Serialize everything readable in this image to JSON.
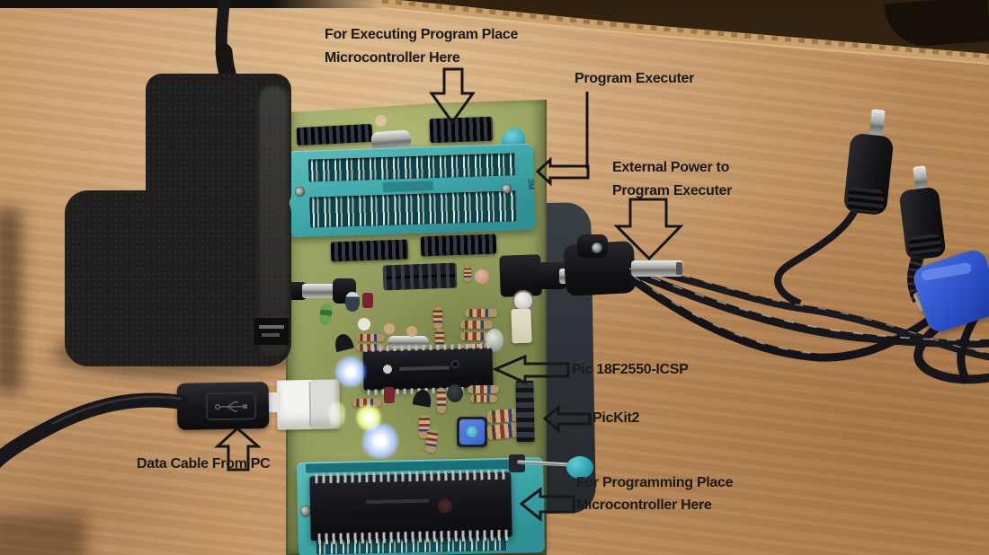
{
  "annotations": {
    "executing_place": {
      "line1": "For Executing Program Place",
      "line2": "Microcontroller Here"
    },
    "program_executer": {
      "label": "Program Executer"
    },
    "external_power": {
      "line1": "External Power to",
      "line2": "Program Executer"
    },
    "pic_icsp": {
      "label": "Pic 18F2550-ICSP"
    },
    "pickit2": {
      "label": "PicKit2"
    },
    "data_cable": {
      "label": "Data Cable From PC"
    },
    "programming_place": {
      "line1": "For Programming Place",
      "line2": "Microcontroller Here"
    }
  },
  "board_markings": {
    "zif_brand": "3M"
  },
  "palette": {
    "annotation_text": "#1a1a1a",
    "wood": "#c79a6b",
    "wood_dark_top": "#43301d",
    "pcb_green": "#96a15f",
    "zif_teal": "#3fa9ab",
    "tape_blue": "#2d52c9",
    "led_blue_glow": "#5a8cff",
    "led_green_glow": "#b8e23c"
  }
}
